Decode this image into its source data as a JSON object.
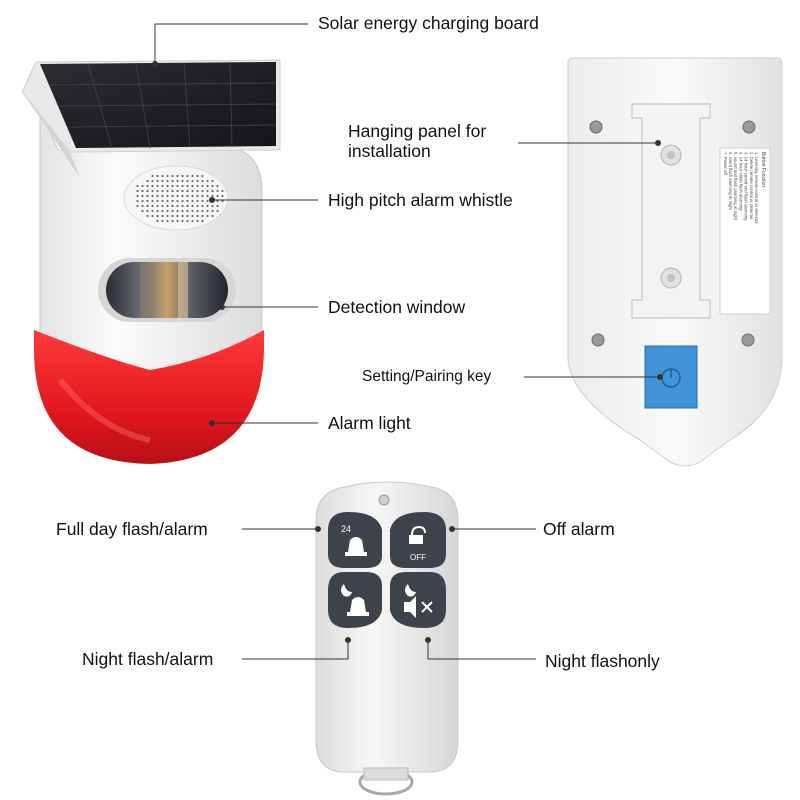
{
  "callouts": {
    "solar": "Solar energy charging board",
    "hanging_panel": "Hanging panel for\ninstallation",
    "whistle": "High pitch alarm whistle",
    "detection": "Detection window",
    "pairing_key": "Setting/Pairing key",
    "alarm_light": "Alarm light",
    "full_day": "Full day flash/alarm",
    "off_alarm": "Off alarm",
    "night_flash_alarm": "Night flash/alarm",
    "night_flash_only": "Night flashonly"
  },
  "remote_buttons": {
    "full_day_badge": "24",
    "off_badge": "OFF"
  },
  "label_sheet": {
    "title": "Button Function",
    "lines": [
      "1. Learning remote control or detector",
      "2. Delete remote control or detector",
      "3. 24 hour sound and flash alarming",
      "4. 24 hour silent flash alarming",
      "5. sound and flash alarming at night",
      "6. silent flash alarming at night",
      "7. Power off"
    ]
  },
  "colors": {
    "alarm_red": "#e8242a",
    "pairing_blue": "#3f93d6",
    "remote_button": "#3d434b",
    "solar_panel": "#1b1c20",
    "housing": "#f3f3f3"
  }
}
